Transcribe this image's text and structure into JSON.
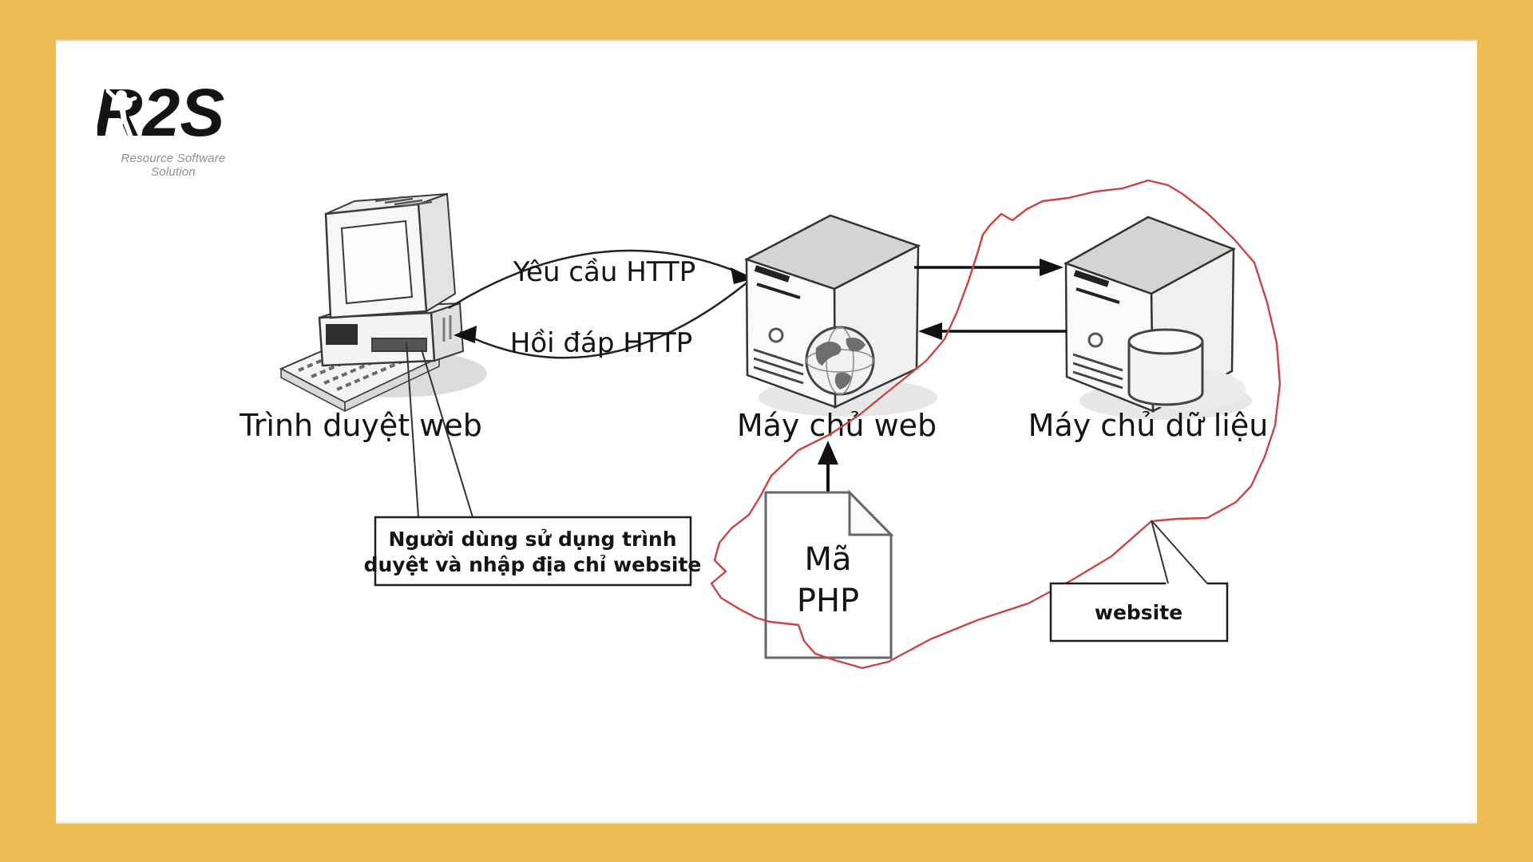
{
  "page": {
    "background_color": "#efbc53",
    "surface_color": "#ffffff"
  },
  "logo": {
    "text": "R2S",
    "tagline": "Resource Software Solution",
    "color": "#e9b44a"
  },
  "nodes": {
    "browser": {
      "label": "Trình duyệt web"
    },
    "web_server": {
      "label": "Máy chủ web"
    },
    "data_server": {
      "label": "Máy chủ dữ liệu"
    },
    "php_document": {
      "line1": "Mã",
      "line2": "PHP"
    }
  },
  "edges": {
    "http_request": {
      "label": "Yêu cầu HTTP"
    },
    "http_response": {
      "label": "Hồi đáp HTTP"
    }
  },
  "callouts": {
    "user_note": {
      "line1": "Người dùng sử dụng trình",
      "line2": "duyệt và nhập địa chỉ website"
    },
    "website_note": {
      "label": "website"
    }
  },
  "annotation": {
    "color": "#cb4343"
  }
}
